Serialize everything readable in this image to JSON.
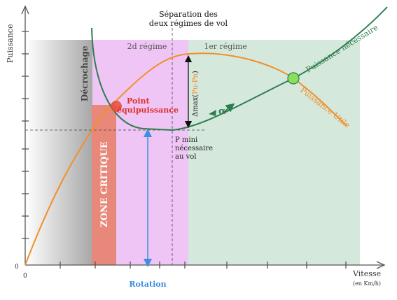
{
  "labels": {
    "y_axis": "Puissance",
    "x_axis": "Vitesse",
    "x_unit": "(en Km/h)",
    "origin_x": "0",
    "origin_y": "0",
    "separation_line1": "Séparation des",
    "separation_line2": "deux régimes de vol",
    "second_regime": "2d régime",
    "first_regime": "1er régime",
    "stall": "Décrochage",
    "critical_zone": "ZONE CRITIQUE",
    "equal_point_line1": "Point",
    "equal_point_line2": "équipuissance",
    "min_power_line1": "P mini",
    "min_power_line2": "nécessaire",
    "min_power_line3": "au vol",
    "delta_max_prefix": "Δmax",
    "delta_max_paren_open": "(",
    "delta_max_expr": "Pu-Pn",
    "delta_max_paren_close": ")",
    "alpha": "α",
    "power_required": "Puissance nécessaire",
    "power_useful": "Puissance Utile",
    "rotation": "Rotation"
  },
  "colors": {
    "axis": "#555555",
    "power_required": "#2e7d4f",
    "power_useful": "#f0902a",
    "critical_zone": "#e8887a",
    "second_regime_bg": "#efc5f5",
    "first_regime_bg": "#d5e8dc",
    "stall_gradient_start": "#ffffff",
    "stall_gradient_end": "#a8a8a8",
    "rotation": "#3d8fe0",
    "equal_point": "#e84a3a",
    "intersection_point": "#8ae05a"
  }
}
